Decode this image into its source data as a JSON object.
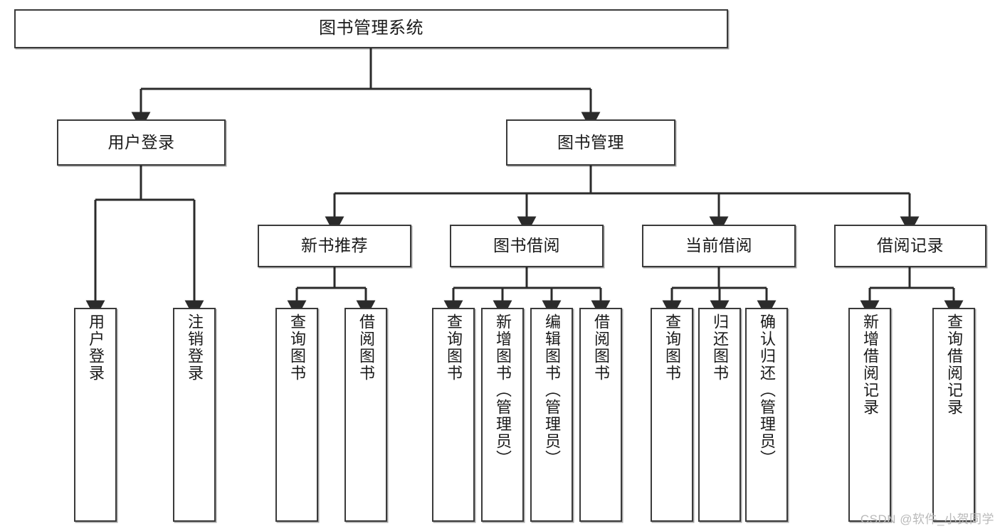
{
  "diagram": {
    "type": "tree-hierarchy-chart",
    "title": "图书管理系统",
    "watermark": "CSDN @软件_小贺同学",
    "theme": {
      "background": "#ffffff",
      "box_border": "#3a3a3a",
      "box_fill": "#ffffff",
      "text": "#1a1a1a",
      "connector": "#2b2b2b",
      "watermark_color": "#b9b9b9"
    },
    "levels": [
      {
        "level": 1,
        "nodes": [
          {
            "id": "root",
            "label": "图书管理系统",
            "orientation": "horizontal"
          }
        ]
      },
      {
        "level": 2,
        "nodes": [
          {
            "id": "login",
            "label": "用户登录",
            "orientation": "horizontal",
            "parent": "root"
          },
          {
            "id": "book-mgmt",
            "label": "图书管理",
            "orientation": "horizontal",
            "parent": "root"
          }
        ]
      },
      {
        "level": 3,
        "nodes": [
          {
            "id": "new-book-rec",
            "label": "新书推荐",
            "orientation": "horizontal",
            "parent": "book-mgmt"
          },
          {
            "id": "book-borrow",
            "label": "图书借阅",
            "orientation": "horizontal",
            "parent": "book-mgmt"
          },
          {
            "id": "current-borrow",
            "label": "当前借阅",
            "orientation": "horizontal",
            "parent": "book-mgmt"
          },
          {
            "id": "borrow-record",
            "label": "借阅记录",
            "orientation": "horizontal",
            "parent": "book-mgmt"
          }
        ]
      },
      {
        "level": 4,
        "nodes": [
          {
            "id": "leaf-user-login",
            "label": "用户登录",
            "orientation": "vertical",
            "parent": "login"
          },
          {
            "id": "leaf-logout",
            "label": "注销登录",
            "orientation": "vertical",
            "parent": "login"
          },
          {
            "id": "leaf-query-book-1",
            "label": "查询图书",
            "orientation": "vertical",
            "parent": "new-book-rec"
          },
          {
            "id": "leaf-borrow-book-1",
            "label": "借阅图书",
            "orientation": "vertical",
            "parent": "new-book-rec"
          },
          {
            "id": "leaf-query-book-2",
            "label": "查询图书",
            "orientation": "vertical",
            "parent": "book-borrow"
          },
          {
            "id": "leaf-add-book",
            "label": "新增图书（管理员）",
            "orientation": "vertical",
            "parent": "book-borrow"
          },
          {
            "id": "leaf-edit-book",
            "label": "编辑图书（管理员）",
            "orientation": "vertical",
            "parent": "book-borrow"
          },
          {
            "id": "leaf-borrow-book-2",
            "label": "借阅图书",
            "orientation": "vertical",
            "parent": "book-borrow"
          },
          {
            "id": "leaf-query-book-3",
            "label": "查询图书",
            "orientation": "vertical",
            "parent": "current-borrow"
          },
          {
            "id": "leaf-return-book",
            "label": "归还图书",
            "orientation": "vertical",
            "parent": "current-borrow"
          },
          {
            "id": "leaf-confirm-return",
            "label": "确认归还（管理员）",
            "orientation": "vertical",
            "parent": "current-borrow"
          },
          {
            "id": "leaf-add-record",
            "label": "新增借阅记录",
            "orientation": "vertical",
            "parent": "borrow-record"
          },
          {
            "id": "leaf-query-record",
            "label": "查询借阅记录",
            "orientation": "vertical",
            "parent": "borrow-record"
          }
        ]
      }
    ]
  },
  "nodes": {
    "root": "图书管理系统",
    "login": "用户登录",
    "book_mgmt": "图书管理",
    "new_book_rec": "新书推荐",
    "book_borrow": "图书借阅",
    "current_borrow": "当前借阅",
    "borrow_record": "借阅记录",
    "leaf_user_login": "用户登录",
    "leaf_logout": "注销登录",
    "leaf_query_book_1": "查询图书",
    "leaf_borrow_book_1": "借阅图书",
    "leaf_query_book_2": "查询图书",
    "leaf_add_book": "新增图书（管理员）",
    "leaf_edit_book": "编辑图书（管理员）",
    "leaf_borrow_book_2": "借阅图书",
    "leaf_query_book_3": "查询图书",
    "leaf_return_book": "归还图书",
    "leaf_confirm_return": "确认归还（管理员）",
    "leaf_add_record": "新增借阅记录",
    "leaf_query_record": "查询借阅记录"
  },
  "watermark": {
    "text": "CSDN @软件_小贺同学"
  }
}
